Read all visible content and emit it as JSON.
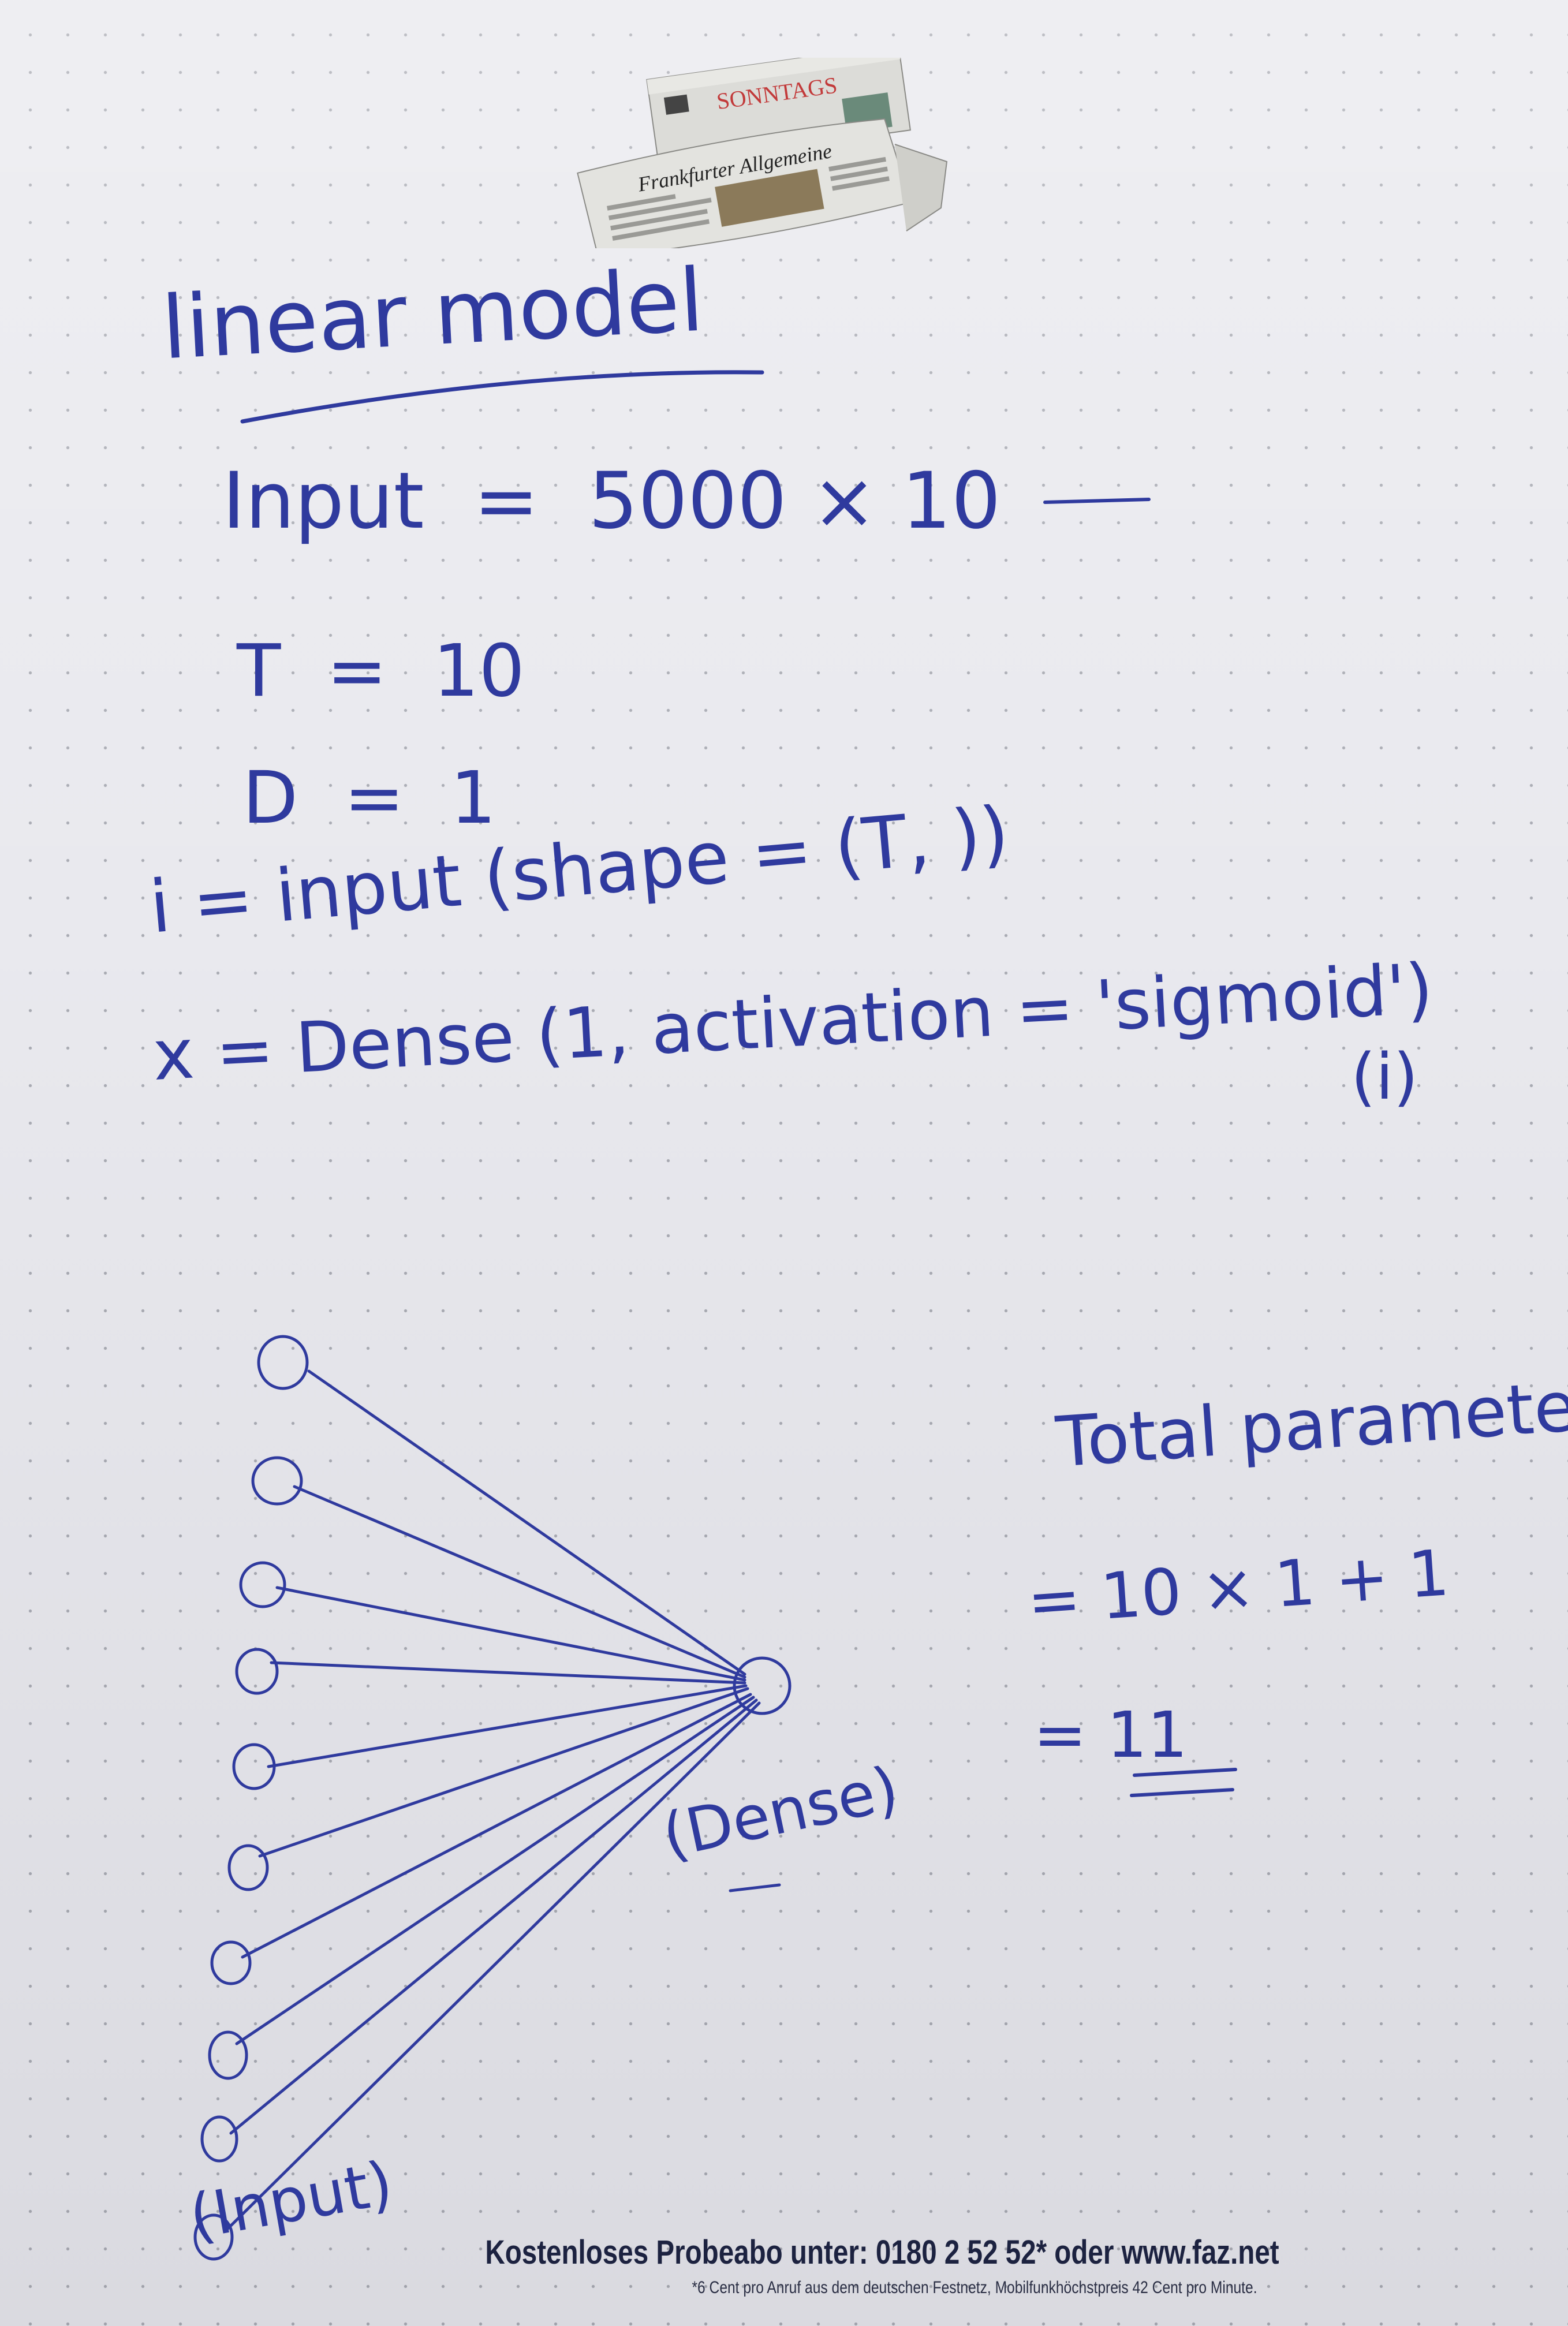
{
  "newspaper": {
    "top_masthead": "SONNTAGS",
    "bottom_masthead": "Frankfurter Allgemeine"
  },
  "notes": {
    "title": "linear model",
    "input_line": "Input  =  5000 × 10",
    "t_line": "T  =  10",
    "d_line": "D  =  1",
    "code_line1": "i = input (shape = (T, ))",
    "code_line2": "x = Dense (1, activation = 'sigmoid')",
    "code_line3": "(i)",
    "total_label": "Total parameter",
    "total_expr": "= 10 × 1 + 1",
    "total_value": "= 11"
  },
  "diagram": {
    "input_nodes": 10,
    "output_nodes": 1,
    "dense_label": "(Dense)",
    "input_label": "(Input)"
  },
  "footer": {
    "main": "Kostenloses Probeabo unter: 0180 2 52 52* oder www.faz.net",
    "note": "*6 Cent pro Anruf aus dem deutschen Festnetz, Mobilfunkhöchstpreis 42 Cent pro Minute."
  },
  "colors": {
    "ink": "#2f3a9e",
    "paper": "#e9e9ee",
    "footer_text": "#1c2240"
  }
}
